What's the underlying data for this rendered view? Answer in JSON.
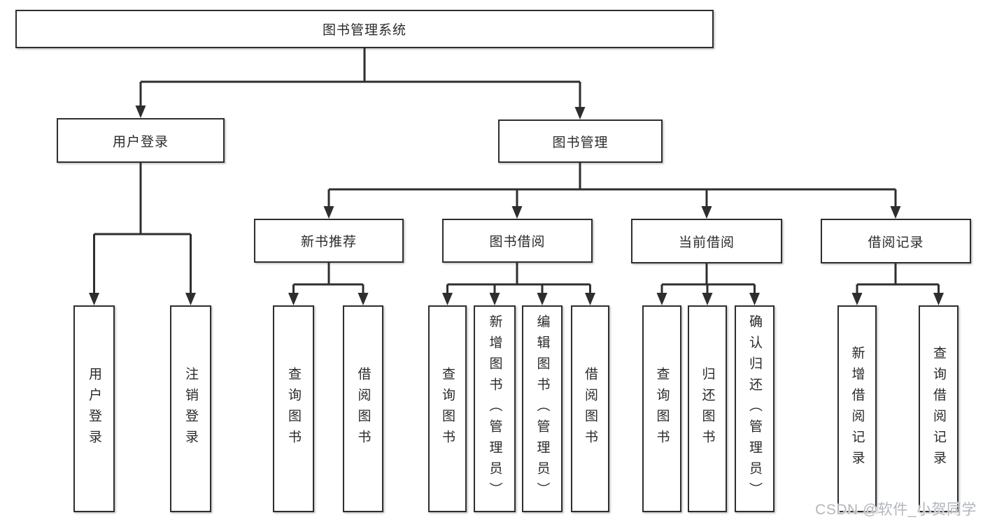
{
  "tree": {
    "root": {
      "label": "图书管理系统",
      "children": [
        {
          "label": "用户登录",
          "children": [
            {
              "label": "用户登录"
            },
            {
              "label": "注销登录"
            }
          ]
        },
        {
          "label": "图书管理",
          "children": [
            {
              "label": "新书推荐",
              "children": [
                {
                  "label": "查询图书"
                },
                {
                  "label": "借阅图书"
                }
              ]
            },
            {
              "label": "图书借阅",
              "children": [
                {
                  "label": "查询图书"
                },
                {
                  "label": "新增图书（管理员）"
                },
                {
                  "label": "编辑图书（管理员）"
                },
                {
                  "label": "借阅图书"
                }
              ]
            },
            {
              "label": "当前借阅",
              "children": [
                {
                  "label": "查询图书"
                },
                {
                  "label": "归还图书"
                },
                {
                  "label": "确认归还（管理员）"
                }
              ]
            },
            {
              "label": "借阅记录",
              "children": [
                {
                  "label": "新增借阅记录"
                },
                {
                  "label": "查询借阅记录"
                }
              ]
            }
          ]
        }
      ]
    }
  },
  "colors": {
    "line": "#2e2e2e",
    "text": "#2a2a2e",
    "watermark": "#b2b6bc",
    "background": "#ffffff"
  },
  "watermark": {
    "text": "CSDN @软件_小贺同学"
  }
}
